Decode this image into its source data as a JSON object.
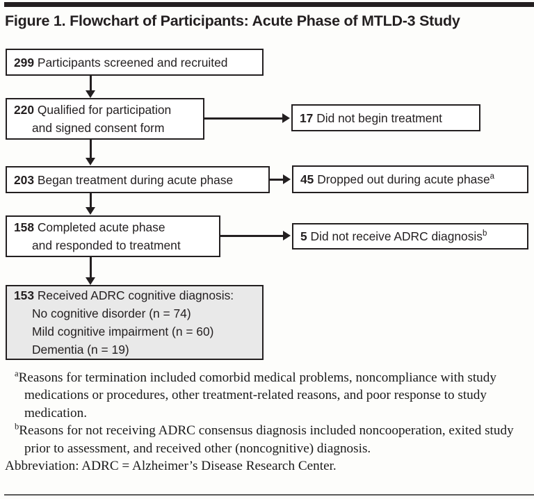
{
  "figure": {
    "title": "Figure 1. Flowchart of Participants: Acute Phase of MTLD-3 Study",
    "accent_color": "#231f20",
    "shaded_box_color": "#e9e9e9"
  },
  "nodes": {
    "screened": {
      "count": "299",
      "line1": "Participants screened and recruited"
    },
    "qualified": {
      "count": "220",
      "line1": "Qualified for participation",
      "line2": "and signed consent form"
    },
    "not_begin": {
      "count": "17",
      "line1": "Did not begin treatment"
    },
    "began": {
      "count": "203",
      "line1": "Began treatment during acute phase"
    },
    "dropped": {
      "count": "45",
      "line1": "Dropped out during acute phase",
      "footnote_marker": "a"
    },
    "completed": {
      "count": "158",
      "line1": "Completed acute phase",
      "line2": "and responded to treatment"
    },
    "no_diagnosis": {
      "count": "5",
      "line1": "Did not receive ADRC  diagnosis",
      "footnote_marker": "b"
    },
    "received": {
      "count": "153",
      "line1": "Received ADRC cognitive diagnosis:",
      "line2": "No cognitive disorder (n = 74)",
      "line3": "Mild cognitive impairment (n = 60)",
      "line4": "Dementia (n = 19)"
    }
  },
  "footnotes": {
    "a_marker": "a",
    "a_text": "Reasons for termination included comorbid medical problems, noncompliance with study medications or procedures, other treatment-related reasons, and poor response to study medication.",
    "b_marker": "b",
    "b_text": "Reasons for not receiving ADRC consensus diagnosis included noncooperation, exited study prior to assessment, and received other (noncognitive) diagnosis.",
    "abbreviation": "Abbreviation: ADRC = Alzheimer’s Disease Research Center."
  },
  "chart_data": {
    "type": "flowchart",
    "title": "Figure 1. Flowchart of Participants: Acute Phase of MTLD-3 Study",
    "nodes": [
      {
        "id": "screened",
        "n": 299,
        "label": "Participants screened and recruited"
      },
      {
        "id": "qualified",
        "n": 220,
        "label": "Qualified for participation and signed consent form"
      },
      {
        "id": "not_begin",
        "n": 17,
        "label": "Did not begin treatment"
      },
      {
        "id": "began",
        "n": 203,
        "label": "Began treatment during acute phase"
      },
      {
        "id": "dropped",
        "n": 45,
        "label": "Dropped out during acute phase"
      },
      {
        "id": "completed",
        "n": 158,
        "label": "Completed acute phase and responded to treatment"
      },
      {
        "id": "no_diagnosis",
        "n": 5,
        "label": "Did not receive ADRC diagnosis"
      },
      {
        "id": "received",
        "n": 153,
        "label": "Received ADRC cognitive diagnosis"
      }
    ],
    "edges": [
      {
        "from": "screened",
        "to": "qualified",
        "direction": "down"
      },
      {
        "from": "qualified",
        "to": "not_begin",
        "direction": "right"
      },
      {
        "from": "qualified",
        "to": "began",
        "direction": "down"
      },
      {
        "from": "began",
        "to": "dropped",
        "direction": "right"
      },
      {
        "from": "began",
        "to": "completed",
        "direction": "down"
      },
      {
        "from": "completed",
        "to": "no_diagnosis",
        "direction": "right"
      },
      {
        "from": "completed",
        "to": "received",
        "direction": "down"
      }
    ],
    "breakdown": {
      "categories": [
        "No cognitive disorder",
        "Mild cognitive impairment",
        "Dementia"
      ],
      "values": [
        74,
        60,
        19
      ],
      "total": 153
    }
  }
}
